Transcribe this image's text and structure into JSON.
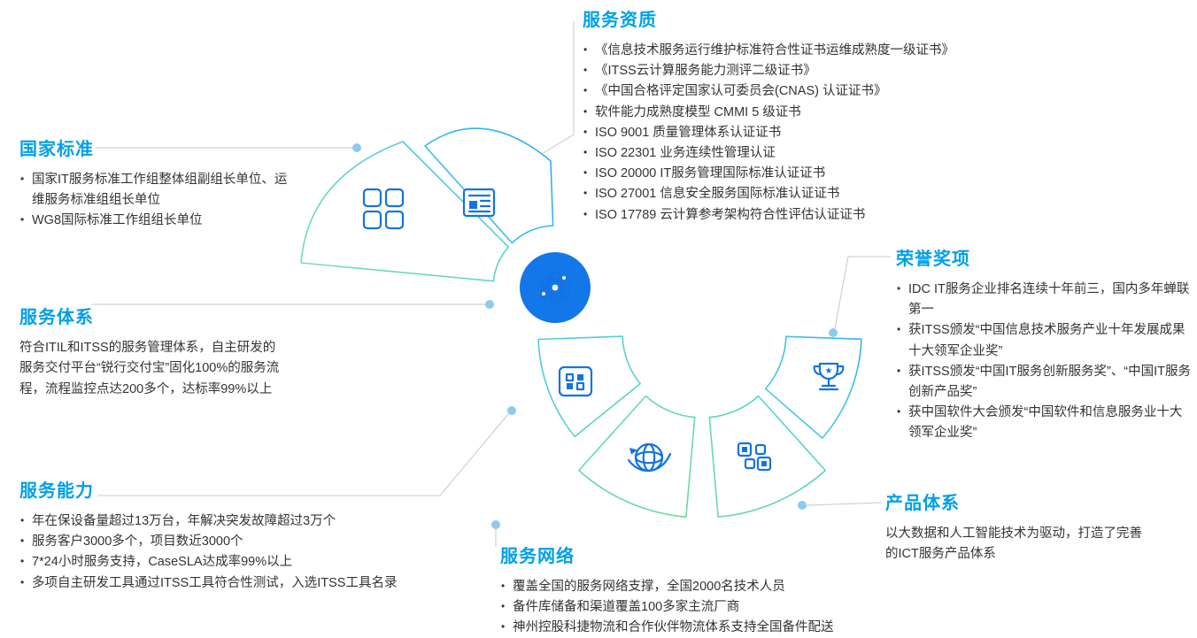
{
  "colors": {
    "accent": "#00a0e8",
    "icon_blue": "#1373e0",
    "atom_circle_bg": "#1277e8",
    "gradient_green": "#7be0a8",
    "gradient_cyan": "#43c6f0",
    "gradient_blue": "#2fa8ee",
    "connector_gray": "#c5c8cd",
    "dot_blue": "#8ccbf0",
    "body_text": "#333333"
  },
  "diagram": {
    "ring_icons": [
      "grid-icon",
      "document-icon",
      "atom-icon",
      "modules-icon",
      "globe-icon",
      "cubes-icon",
      "trophy-icon"
    ],
    "sections": [
      {
        "id": "national-standards",
        "title": "国家标准",
        "items": [
          "国家IT服务标准工作组整体组副组长单位、运维服务标准组组长单位",
          "WG8国际标准工作组组长单位"
        ]
      },
      {
        "id": "qualifications",
        "title": "服务资质",
        "items": [
          "《信息技术服务运行维护标准符合性证书运维成熟度一级证书》",
          "《ITSS云计算服务能力测评二级证书》",
          "《中国合格评定国家认可委员会(CNAS) 认证证书》",
          "软件能力成熟度模型 CMMI 5 级证书",
          "ISO 9001 质量管理体系认证证书",
          "ISO 22301 业务连续性管理认证",
          "ISO 20000 IT服务管理国际标准认证证书",
          "ISO 27001 信息安全服务国际标准认证证书",
          "ISO 17789 云计算参考架构符合性评估认证证书"
        ]
      },
      {
        "id": "honors",
        "title": "荣誉奖项",
        "items": [
          "IDC IT服务企业排名连续十年前三，国内多年蝉联第一",
          "获ITSS颁发“中国信息技术服务产业十年发展成果十大领军企业奖”",
          "获ITSS颁发“中国IT服务创新服务奖”、“中国IT服务创新产品奖”",
          "获中国软件大会颁发“中国软件和信息服务业十大领军企业奖”"
        ]
      },
      {
        "id": "service-system",
        "title": "服务体系",
        "paragraph": "符合ITIL和ITSS的服务管理体系，自主研发的服务交付平台“锐行交付宝”固化100%的服务流程，流程监控点达200多个，达标率99%以上"
      },
      {
        "id": "service-capability",
        "title": "服务能力",
        "items": [
          "年在保设备量超过13万台，年解决突发故障超过3万个",
          "服务客户3000多个，项目数近3000个",
          "7*24小时服务支持，CaseSLA达成率99%以上",
          "多项自主研发工具通过ITSS工具符合性测试，入选ITSS工具名录"
        ]
      },
      {
        "id": "service-network",
        "title": "服务网络",
        "items": [
          "覆盖全国的服务网络支撑，全国2000名技术人员",
          "备件库储备和渠道覆盖100多家主流厂商",
          "神州控股科捷物流和合作伙伴物流体系支持全国备件配送"
        ]
      },
      {
        "id": "product-system",
        "title": "产品体系",
        "paragraph": "以大数据和人工智能技术为驱动，打造了完善的ICT服务产品体系"
      }
    ]
  }
}
